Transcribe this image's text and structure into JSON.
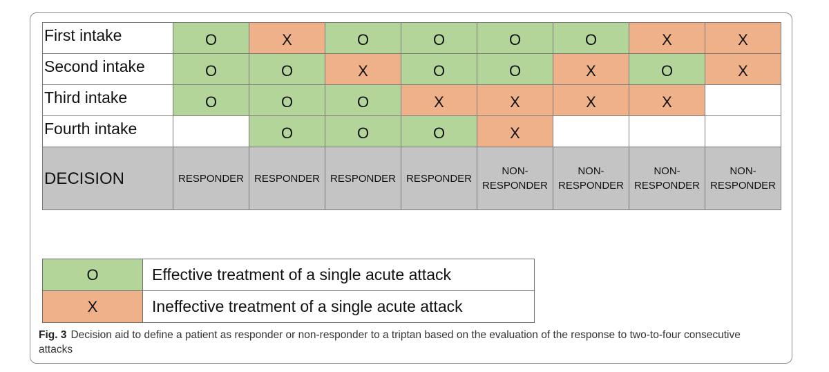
{
  "table": {
    "rows": [
      {
        "label": "First intake",
        "cells": [
          "O",
          "X",
          "O",
          "O",
          "O",
          "O",
          "X",
          "X"
        ]
      },
      {
        "label": "Second intake",
        "cells": [
          "O",
          "O",
          "X",
          "O",
          "O",
          "X",
          "O",
          "X"
        ]
      },
      {
        "label": "Third intake",
        "cells": [
          "O",
          "O",
          "O",
          "X",
          "X",
          "X",
          "X",
          ""
        ]
      },
      {
        "label": "Fourth intake",
        "cells": [
          "",
          "O",
          "O",
          "O",
          "X",
          "",
          "",
          ""
        ]
      }
    ],
    "decision": {
      "label": "DECISION",
      "cells": [
        "RESPONDER",
        "RESPONDER",
        "RESPONDER",
        "RESPONDER",
        "NON-\nRESPONDER",
        "NON-\nRESPONDER",
        "NON-\nRESPONDER",
        "NON-\nRESPONDER"
      ]
    }
  },
  "legend": [
    {
      "symbol": "O",
      "text": "Effective treatment of a single acute attack"
    },
    {
      "symbol": "X",
      "text": "Ineffective treatment of a single acute attack"
    }
  ],
  "caption": {
    "label": "Fig. 3",
    "text": "Decision aid to define a patient as responder or non-responder to a triptan based on the evaluation of the response to two-to-four consecutive attacks"
  },
  "colors": {
    "effective": "#b3d59a",
    "ineffective": "#eeb189",
    "decision": "#c4c4c4"
  }
}
